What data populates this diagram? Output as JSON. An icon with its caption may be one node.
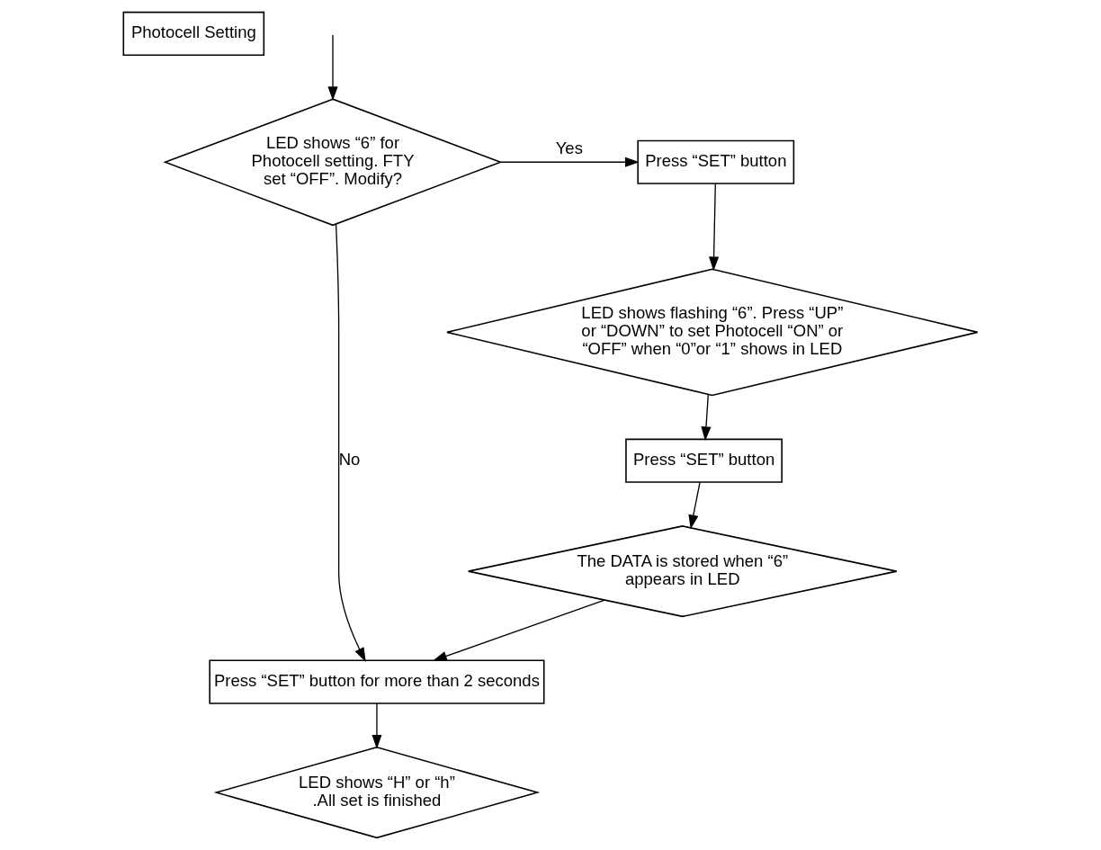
{
  "diagram": {
    "nodes": [
      {
        "text": [
          "Photocell Setting"
        ]
      },
      {
        "text": [
          "LED shows “6” for Photocell setting. FTY set “OFF”. Modify?"
        ]
      },
      {
        "text": [
          "Press “SET” button"
        ]
      },
      {
        "text": [
          "LED shows flashing “6”. Press “UP” or “DOWN” to set Photocell “ON” or “OFF” when “0”or “1” shows in LED"
        ]
      },
      {
        "text": [
          "Press “SET” button"
        ]
      },
      {
        "text": [
          "The DATA is stored when “6” appears in LED"
        ]
      },
      {
        "text": [
          "Press “SET” button for more than 2 seconds"
        ]
      },
      {
        "text": [
          "LED shows “H” or “h” .All set is finished"
        ]
      }
    ],
    "edges": [
      {
        "from": null,
        "to": 1,
        "arrow": "to"
      },
      {
        "from": 1,
        "to": 2,
        "arrow": "to",
        "label": "Yes"
      },
      {
        "from": 2,
        "to": 3,
        "arrow": "to"
      },
      {
        "from": 3,
        "to": 4,
        "arrow": "to"
      },
      {
        "from": 4,
        "to": 5,
        "arrow": "to"
      },
      {
        "from": 5,
        "to": 6,
        "arrow": "to"
      },
      {
        "from": 1,
        "to": 6,
        "arrow": "to",
        "label": "No"
      },
      {
        "from": 6,
        "to": 7,
        "arrow": "to"
      }
    ]
  }
}
